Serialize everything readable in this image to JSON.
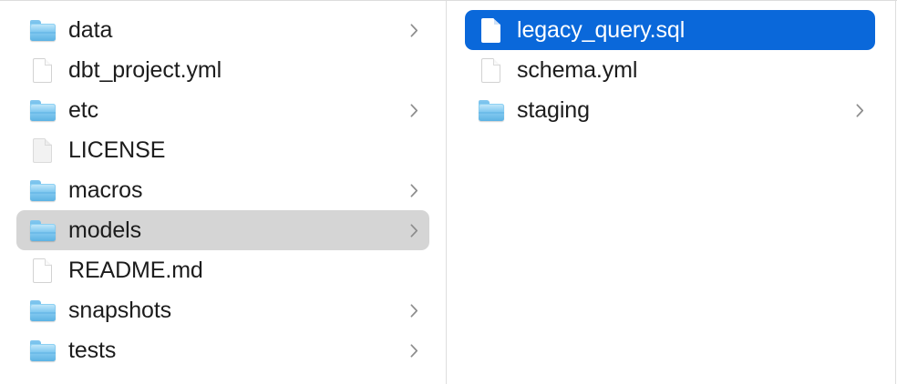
{
  "window": {
    "view": "column-browser",
    "colors": {
      "selection_active": "#0a68da",
      "selection_inactive": "#d5d5d5",
      "background": "#ffffff",
      "divider": "#dedede",
      "text": "#1c1c1c",
      "text_selected": "#ffffff",
      "chevron": "#8c8c8c",
      "folder_blue": "#6fbdea"
    }
  },
  "columns": [
    {
      "name": "column-1",
      "items": [
        {
          "label": "data",
          "icon": "folder-icon",
          "kind": "folder",
          "has_chevron": true,
          "selected": "none"
        },
        {
          "label": "dbt_project.yml",
          "icon": "document-icon",
          "kind": "file",
          "has_chevron": false,
          "selected": "none"
        },
        {
          "label": "etc",
          "icon": "folder-icon",
          "kind": "folder",
          "has_chevron": true,
          "selected": "none"
        },
        {
          "label": "LICENSE",
          "icon": "plain-document-icon",
          "kind": "file",
          "has_chevron": false,
          "selected": "none"
        },
        {
          "label": "macros",
          "icon": "folder-icon",
          "kind": "folder",
          "has_chevron": true,
          "selected": "none"
        },
        {
          "label": "models",
          "icon": "folder-icon",
          "kind": "folder",
          "has_chevron": true,
          "selected": "inactive"
        },
        {
          "label": "README.md",
          "icon": "document-icon",
          "kind": "file",
          "has_chevron": false,
          "selected": "none"
        },
        {
          "label": "snapshots",
          "icon": "folder-icon",
          "kind": "folder",
          "has_chevron": true,
          "selected": "none"
        },
        {
          "label": "tests",
          "icon": "folder-icon",
          "kind": "folder",
          "has_chevron": true,
          "selected": "none"
        }
      ]
    },
    {
      "name": "column-2",
      "items": [
        {
          "label": "legacy_query.sql",
          "icon": "document-icon",
          "kind": "file",
          "has_chevron": false,
          "selected": "active"
        },
        {
          "label": "schema.yml",
          "icon": "document-icon",
          "kind": "file",
          "has_chevron": false,
          "selected": "none"
        },
        {
          "label": "staging",
          "icon": "folder-icon",
          "kind": "folder",
          "has_chevron": true,
          "selected": "none"
        }
      ]
    }
  ]
}
